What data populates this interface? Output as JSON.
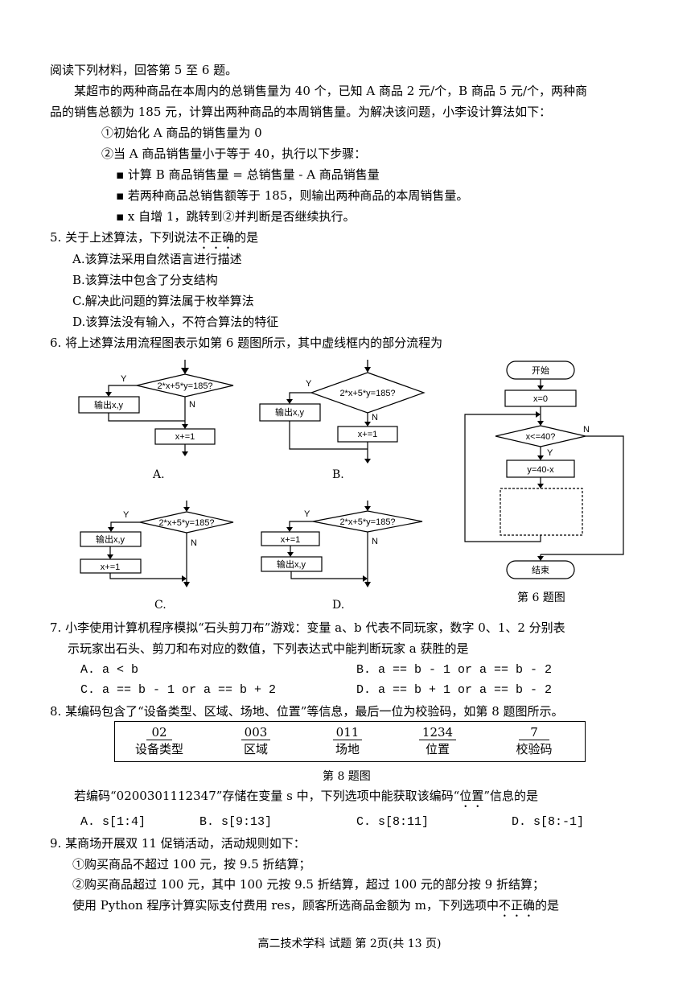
{
  "intro": "阅读下列材料，回答第 5 至 6 题。",
  "material": {
    "line1": "某超市的两种商品在本周内的总销售量为 40 个，已知 A 商品 2 元/个，B 商品 5 元/个，两种商",
    "line2": "品的销售总额为 185 元，计算出两种商品的本周销售量。为解决该问题，小李设计算法如下：",
    "step1": "①初始化 A 商品的销售量为 0",
    "step2": "②当 A 商品销售量小于等于 40，执行以下步骤：",
    "sub1": "▪ 计算 B 商品销售量 = 总销售量 - A 商品销售量",
    "sub2": "▪ 若两种商品总销售额等于 185，则输出两种商品的本周销售量。",
    "sub3": "▪ x 自增 1，跳转到②并判断是否继续执行。"
  },
  "q5": {
    "stem_a": "5.  关于上述算法，下列说法",
    "stem_em": "不正确",
    "stem_b": "的是",
    "options": [
      "A.该算法采用自然语言进行描述",
      "B.该算法中包含了分支结构",
      "C.解决此问题的算法属于枚举算法",
      "D.该算法没有输入，不符合算法的特征"
    ]
  },
  "q6": {
    "stem": "6.  将上述算法用流程图表示如第 6 题图所示，其中虚线框内的部分流程为",
    "labels": [
      "A.",
      "B.",
      "C.",
      "D."
    ],
    "cond": "2*x+5*y=185?",
    "output": "输出x,y",
    "incr": "x+=1",
    "yes": "Y",
    "no": "N",
    "main": {
      "start": "开始",
      "init": "x=0",
      "cond": "x<=40?",
      "calc": "y=40-x",
      "end": "结束"
    },
    "caption": "第 6 题图"
  },
  "q7": {
    "stem1": "7.  小李使用计算机程序模拟“石头剪刀布”游戏：变量 a、b 代表不同玩家，数字 0、1、2 分别表",
    "stem2": "示玩家出石头、剪刀和布对应的数值，下列表达式中能判断玩家 a 获胜的是",
    "options": [
      "A. a < b",
      "B. a == b - 1 or a == b - 2",
      "C. a == b - 1 or a == b + 2",
      "D. a == b + 1 or a == b - 2"
    ]
  },
  "q8": {
    "stem": "8.  某编码包含了“设备类型、区域、场地、位置”等信息，最后一位为校验码，如第 8 题图所示。",
    "fields": [
      {
        "code": "02",
        "name": "设备类型"
      },
      {
        "code": "003",
        "name": "区域"
      },
      {
        "code": "011",
        "name": "场地"
      },
      {
        "code": "1234",
        "name": "位置"
      },
      {
        "code": "7",
        "name": "校验码"
      }
    ],
    "caption": "第 8 题图",
    "q_a": "若编码“0200301112347”存储在变量 s 中，下列选项中能获取该编码“",
    "q_em": "位置",
    "q_b": "”信息的是",
    "options": [
      "A. s[1:4]",
      "B. s[9:13]",
      "C. s[8:11]",
      "D. s[8:-1]"
    ]
  },
  "q9": {
    "stem": "9.  某商场开展双 11 促销活动，活动规则如下：",
    "rule1": "①购买商品不超过 100 元，按 9.5 折结算；",
    "rule2": "②购买商品超过 100 元，其中 100 元按 9.5 折结算，超过 100 元的部分按 9 折结算；",
    "q_a": "使用 Python 程序计算实际支付费用 res，顾客所选商品金额为 m，下列选项中",
    "q_em": "不正确",
    "q_b": "的是"
  },
  "footer": "高二技术学科  试题  第 2页(共 13 页)"
}
